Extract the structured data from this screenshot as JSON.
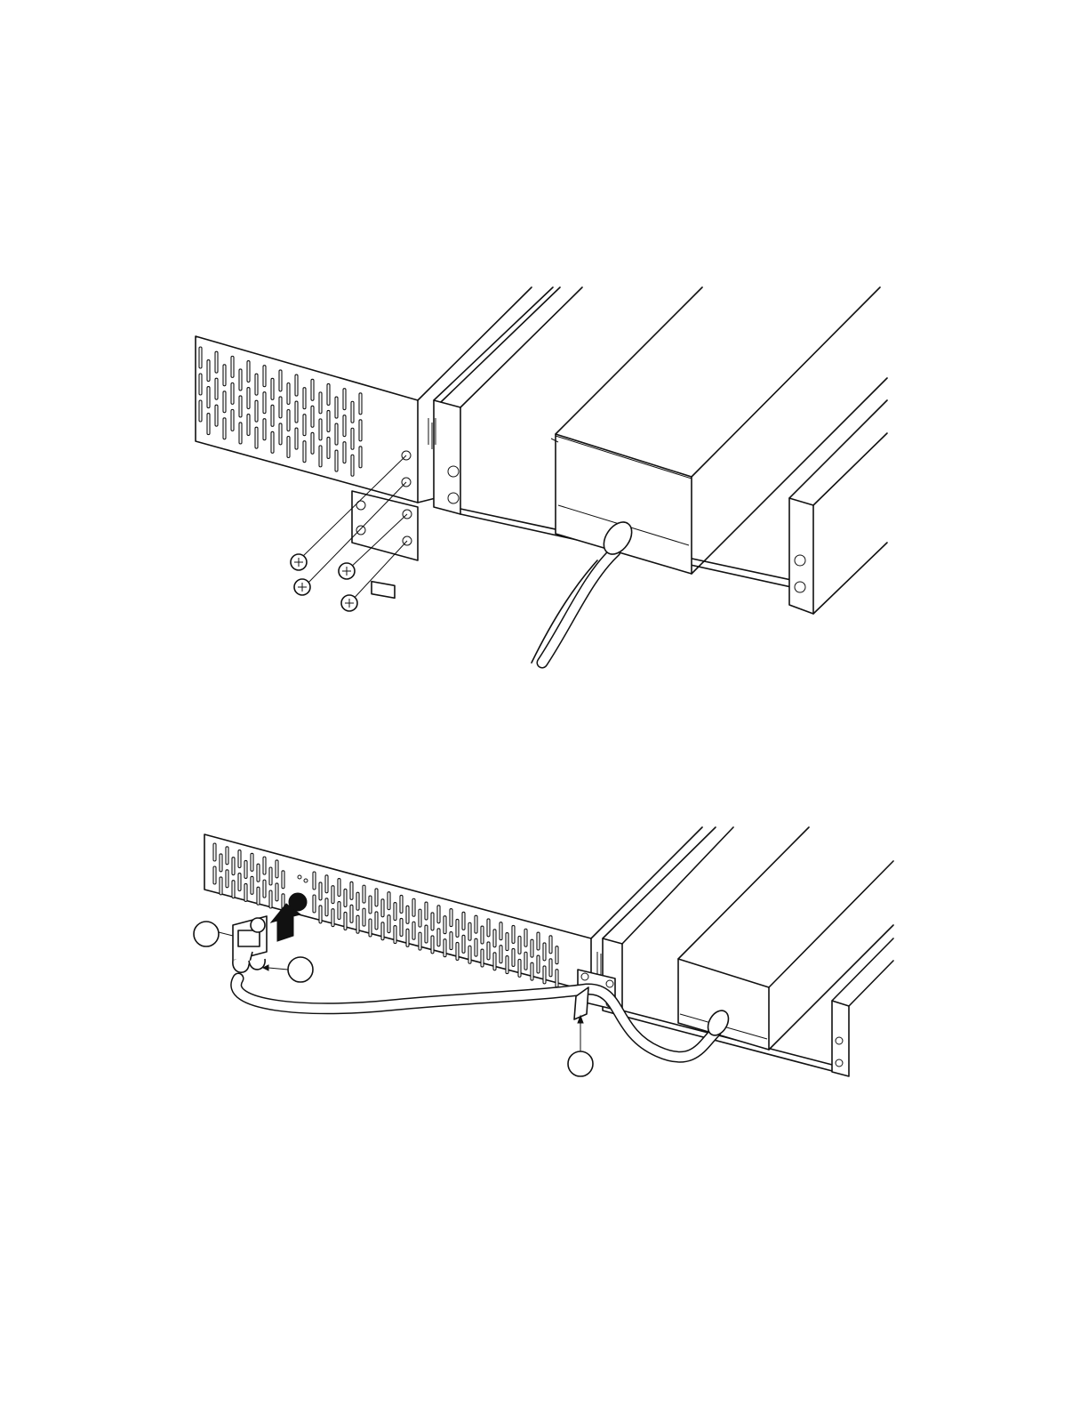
{
  "figure": {
    "panels": [
      "top-panel",
      "bottom-panel"
    ],
    "callouts": [
      {
        "id": "callout-1",
        "label": ""
      },
      {
        "id": "callout-2",
        "label": ""
      },
      {
        "id": "callout-3",
        "label": ""
      }
    ],
    "colors": {
      "line": "#111111",
      "background": "#ffffff"
    }
  }
}
